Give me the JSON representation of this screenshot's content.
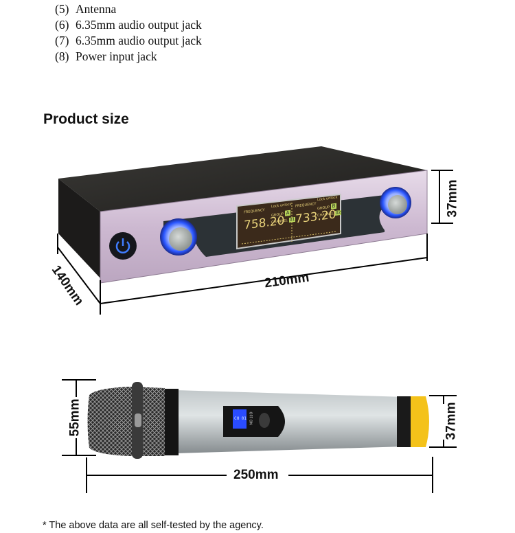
{
  "parts_list": [
    {
      "num": "(5)",
      "label": "Antenna"
    },
    {
      "num": "(6)",
      "label": "6.35mm audio output jack"
    },
    {
      "num": "(7)",
      "label": "6.35mm audio output jack"
    },
    {
      "num": "(8)",
      "label": "Power input jack"
    }
  ],
  "section_title": "Product size",
  "receiver": {
    "width_label": "210mm",
    "depth_label": "140mm",
    "height_label": "37mm",
    "lcd": {
      "left": {
        "header": "FREQUENCY",
        "lock": "Lock unlock",
        "freq": "758.20",
        "unit": "MHz",
        "group_label": "GROUP",
        "group": "A",
        "channel_label": "CHANNEL",
        "channel": "01"
      },
      "right": {
        "header": "FREQUENCY",
        "lock": "Lock unlock",
        "freq": "733.20",
        "unit": "MHz",
        "group_label": "GROUP",
        "group": "B",
        "channel_label": "CHANNEL",
        "channel": "02"
      }
    },
    "colors": {
      "panel": "#d9c8dc",
      "body": "#2b2a28",
      "lcd_bg": "#3a2a1c",
      "lcd_text": "#e8d27a",
      "knob_glow": "#3b6cff"
    }
  },
  "microphone": {
    "length_label": "250mm",
    "head_label": "55mm",
    "tail_label": "37mm",
    "display_text": "CH 01",
    "switch_label": "OFF ON",
    "colors": {
      "body": "#a7adb0",
      "grille": "#2e2e2e",
      "ring": "#f4c21a",
      "display": "#2a4cff"
    }
  },
  "footnote": "* The above data are all self-tested by the agency."
}
